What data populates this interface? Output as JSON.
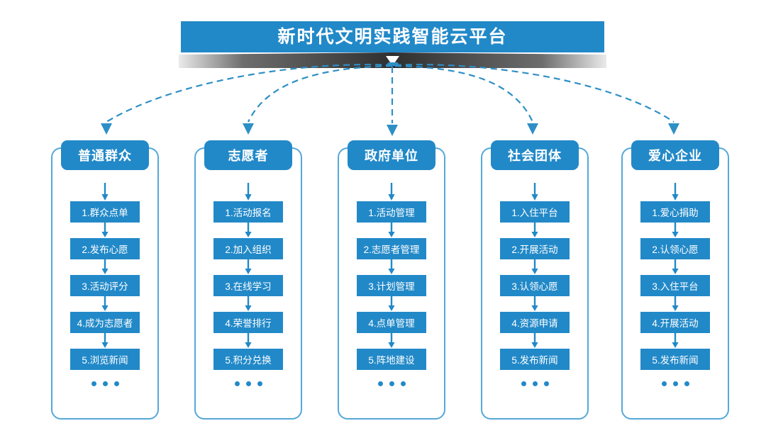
{
  "banner": {
    "title": "新时代文明实践智能云平台",
    "color": "#2289c8",
    "shadow_color": "#2f2f2f",
    "chevron_icon": "chevron-down-icon"
  },
  "theme": {
    "accent": "#2289c8",
    "border": "#55a8d8",
    "connector": "#2e8fc6",
    "background": "#ffffff",
    "text_on_accent": "#ffffff"
  },
  "connectors": {
    "style": "dashed",
    "origin_label": "新时代文明实践智能云平台",
    "arrow_icon": "arrow-down-icon",
    "count": 5
  },
  "columns": [
    {
      "header": "普通群众",
      "items": [
        "1.群众点单",
        "2.发布心愿",
        "3.活动评分",
        "4.成为志愿者",
        "5.浏览新闻"
      ],
      "more": "..."
    },
    {
      "header": "志愿者",
      "items": [
        "1.活动报名",
        "2.加入组织",
        "3.在线学习",
        "4.荣誉排行",
        "5.积分兑换"
      ],
      "more": "..."
    },
    {
      "header": "政府单位",
      "items": [
        "1.活动管理",
        "2.志愿者管理",
        "3.计划管理",
        "4.点单管理",
        "5.阵地建设"
      ],
      "more": "..."
    },
    {
      "header": "社会团体",
      "items": [
        "1.入住平台",
        "2.开展活动",
        "3.认领心愿",
        "4.资源申请",
        "5.发布新闻"
      ],
      "more": "..."
    },
    {
      "header": "爱心企业",
      "items": [
        "1.爱心捐助",
        "2.认领心愿",
        "3.入住平台",
        "4.开展活动",
        "5.发布新闻"
      ],
      "more": "..."
    }
  ]
}
